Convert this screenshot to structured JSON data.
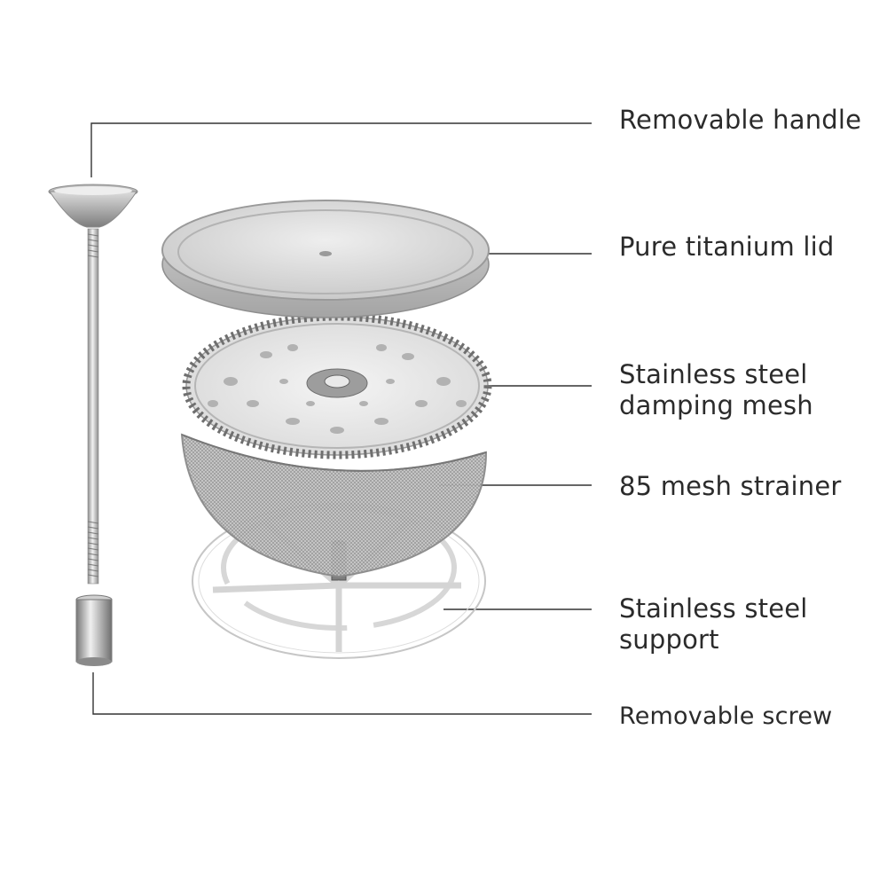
{
  "labels": {
    "handle": "Removable handle",
    "lid": "Pure titanium lid",
    "damping_mesh_line1": "Stainless steel",
    "damping_mesh_line2": "damping mesh",
    "strainer": "85 mesh strainer",
    "support_line1": "Stainless steel",
    "support_line2": "support",
    "screw": "Removable screw"
  },
  "colors": {
    "background": "#ffffff",
    "text": "#2b2b2b",
    "leader_line": "#333333",
    "metal_light": "#e3e3e3",
    "metal_mid": "#bdbdbd",
    "metal_dark": "#8a8a8a",
    "mesh": "#9a9a9a"
  }
}
